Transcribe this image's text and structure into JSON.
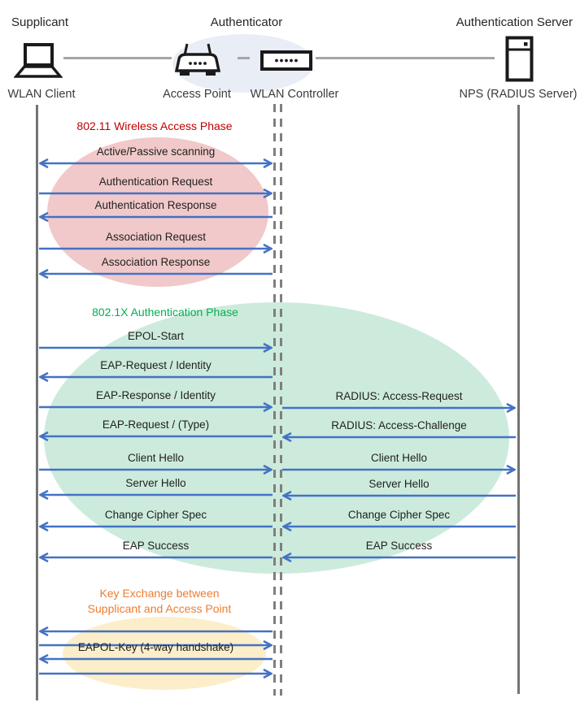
{
  "roles": [
    {
      "label": "Supplicant"
    },
    {
      "label": "Authenticator"
    },
    {
      "label": "Authentication Server"
    }
  ],
  "devices": [
    {
      "label": "WLAN Client",
      "icon": "laptop-icon"
    },
    {
      "label": "Access Point",
      "icon": "access-point-icon"
    },
    {
      "label": "WLAN Controller",
      "icon": "wlan-controller-icon"
    },
    {
      "label": "NPS (RADIUS Server)",
      "icon": "server-icon"
    }
  ],
  "phases": [
    {
      "title": "802.11 Wireless Access Phase",
      "title_color": "#c00000",
      "fill_color": "#f1c9ca"
    },
    {
      "title": "802.1X Authentication Phase",
      "title_color": "#00b050",
      "fill_color": "#cdebdc"
    },
    {
      "title_line1": "Key Exchange between",
      "title_line2": "Supplicant and Access Point",
      "title_color": "#ed7d31",
      "fill_color": "#fceec9"
    }
  ],
  "messages": [
    {
      "label": "Active/Passive scanning",
      "direction": "both",
      "section": "left"
    },
    {
      "label": "Authentication Request",
      "direction": "right",
      "section": "left"
    },
    {
      "label": "Authentication Response",
      "direction": "left",
      "section": "left"
    },
    {
      "label": "Association Request",
      "direction": "right",
      "section": "left"
    },
    {
      "label": "Association Response",
      "direction": "left",
      "section": "left"
    },
    {
      "label": "EPOL-Start",
      "direction": "right",
      "section": "left"
    },
    {
      "label": "EAP-Request / Identity",
      "direction": "left",
      "section": "left"
    },
    {
      "label": "EAP-Response / Identity",
      "direction": "right",
      "section": "left"
    },
    {
      "label": "RADIUS: Access-Request",
      "direction": "right",
      "section": "right"
    },
    {
      "label": "EAP-Request / (Type)",
      "direction": "left",
      "section": "left"
    },
    {
      "label": "RADIUS: Access-Challenge",
      "direction": "left",
      "section": "right"
    },
    {
      "label": "Client Hello",
      "direction": "right",
      "section": "left"
    },
    {
      "label": "Client Hello",
      "direction": "right",
      "section": "right"
    },
    {
      "label": "Server Hello",
      "direction": "left",
      "section": "left"
    },
    {
      "label": "Server Hello",
      "direction": "left",
      "section": "right"
    },
    {
      "label": "Change Cipher Spec",
      "direction": "left",
      "section": "left"
    },
    {
      "label": "Change Cipher Spec",
      "direction": "left",
      "section": "right"
    },
    {
      "label": "EAP Success",
      "direction": "left",
      "section": "left"
    },
    {
      "label": "EAP Success",
      "direction": "left",
      "section": "right"
    },
    {
      "label": "",
      "direction": "left",
      "section": "left"
    },
    {
      "label": "",
      "direction": "right",
      "section": "left"
    },
    {
      "label": "EAPOL-Key (4-way handshake)",
      "direction": "left",
      "section": "left"
    },
    {
      "label": "",
      "direction": "right",
      "section": "left"
    }
  ],
  "colors": {
    "arrow": "#4472c4",
    "lifeline": "#737373",
    "center_dash": "#7f7f7f",
    "connector": "#a6a6a6",
    "authenticator_ellipse": "#e9edf6",
    "message_text": "#1f1f1f",
    "label_text": "#3b3b3b"
  }
}
